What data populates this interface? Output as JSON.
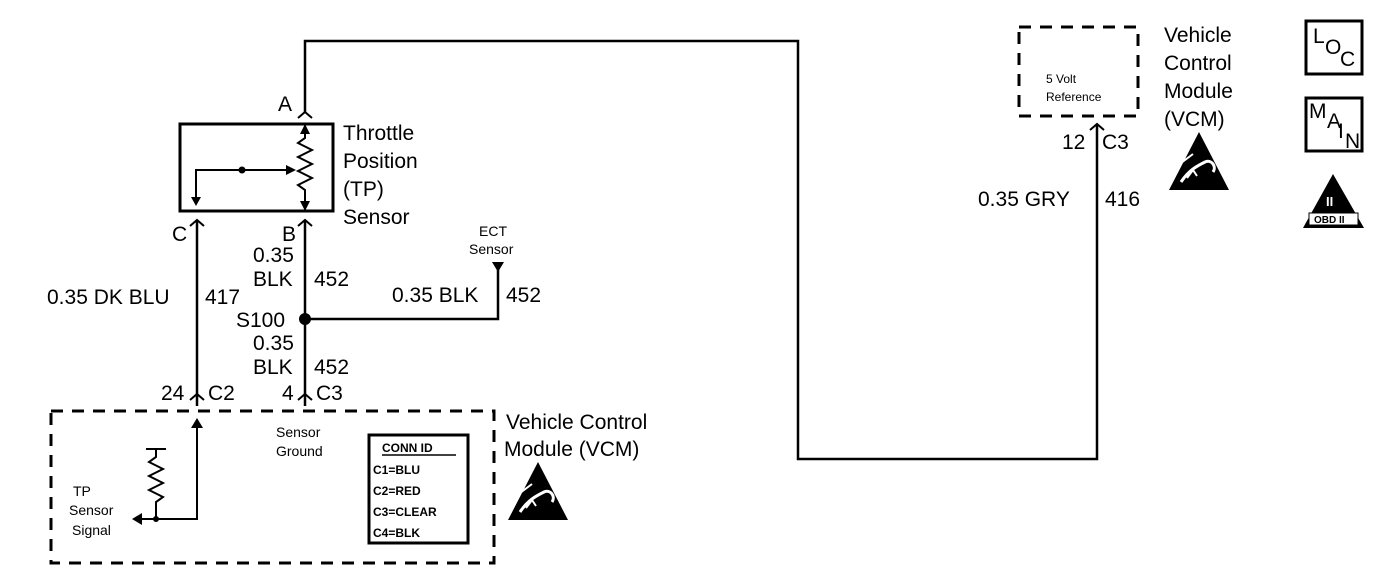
{
  "tp_sensor": {
    "line1": "Throttle",
    "line2": "Position",
    "line3": "(TP)",
    "line4": "Sensor"
  },
  "pins": {
    "a": "A",
    "b": "B",
    "c": "C"
  },
  "wires": {
    "dk_blu_size": "0.35 DK BLU",
    "dk_blu_circuit": "417",
    "blk_upper_size": "0.35",
    "blk_upper_color": "BLK",
    "blk_upper_circuit": "452",
    "blk_lower_size": "0.35",
    "blk_lower_color": "BLK",
    "blk_lower_circuit": "452",
    "ect_size": "0.35 BLK",
    "ect_circuit": "452",
    "gry_size": "0.35 GRY",
    "gry_circuit": "416"
  },
  "splice": "S100",
  "ect": {
    "line1": "ECT",
    "line2": "Sensor"
  },
  "connectors": {
    "c2_pin": "24",
    "c2_name": "C2",
    "c3_pin": "4",
    "c3_name": "C3",
    "right_pin": "12",
    "right_name": "C3"
  },
  "vcm_lower": {
    "title1": "Vehicle Control",
    "title2": "Module (VCM)",
    "sensor_ground1": "Sensor",
    "sensor_ground2": "Ground",
    "tp_signal1": "TP",
    "tp_signal2": "Sensor",
    "tp_signal3": "Signal"
  },
  "conn_id": {
    "header": "CONN ID",
    "rows": [
      "C1=BLU",
      "C2=RED",
      "C3=CLEAR",
      "C4=BLK"
    ]
  },
  "vcm_upper": {
    "line1": "Vehicle",
    "line2": "Control",
    "line3": "Module",
    "line4": "(VCM)",
    "ref1": "5 Volt",
    "ref2": "Reference"
  },
  "icons": {
    "loc": {
      "l": "L",
      "o": "O",
      "c": "C"
    },
    "main": {
      "m": "M",
      "a": "A",
      "i": "I",
      "n": "N"
    },
    "obd": {
      "label": "OBD II",
      "roman": "II"
    },
    "esd": "esd-sensitive-icon"
  }
}
